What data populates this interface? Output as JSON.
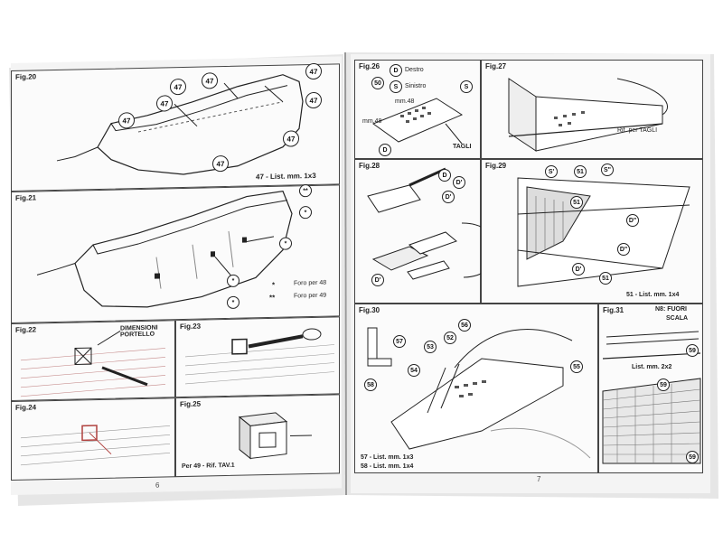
{
  "left_page": {
    "page_number": "6",
    "fig20": {
      "label": "Fig.20",
      "part": "47",
      "caption": "47 - List. mm. 1x3"
    },
    "fig21": {
      "label": "Fig.21",
      "star": "*",
      "dstar": "**",
      "legend1": "Foro per 48",
      "legend2": "Foro per 49"
    },
    "fig22": {
      "label": "Fig.22",
      "note": "DIMENSIONI PORTELLO"
    },
    "fig23": {
      "label": "Fig.23"
    },
    "fig24": {
      "label": "Fig.24"
    },
    "fig25": {
      "label": "Fig.25",
      "caption": "Per 49 - Rif. TAV.1"
    }
  },
  "right_page": {
    "page_number": "7",
    "fig26": {
      "label": "Fig.26",
      "d": "D",
      "s": "S",
      "d_text": "Destro",
      "s_text": "Sinistro",
      "part": "50",
      "dim1": "mm.48",
      "dim2": "mm.48",
      "tagli": "TAGLI"
    },
    "fig27": {
      "label": "Fig.27",
      "note": "Rif. per TAGLI"
    },
    "fig28": {
      "label": "Fig.28",
      "d": "D",
      "dprime": "D'"
    },
    "fig29": {
      "label": "Fig.29",
      "sprime": "S'",
      "s2": "S\"",
      "dprime": "D'",
      "d2": "D\"",
      "part": "51",
      "caption": "51 - List. mm. 1x4"
    },
    "fig30": {
      "label": "Fig.30",
      "parts": [
        "52",
        "53",
        "54",
        "55",
        "56",
        "57",
        "58"
      ],
      "caption1": "57 - List. mm. 1x3",
      "caption2": "58 - List. mm. 1x4"
    },
    "fig31": {
      "label": "Fig.31",
      "note1": "N8: FUORI",
      "note2": "SCALA",
      "part": "59",
      "caption": "List. mm. 2x2"
    }
  },
  "colors": {
    "page": "#f4f4f4",
    "line": "#222222",
    "accent_red": "#b0413e"
  }
}
